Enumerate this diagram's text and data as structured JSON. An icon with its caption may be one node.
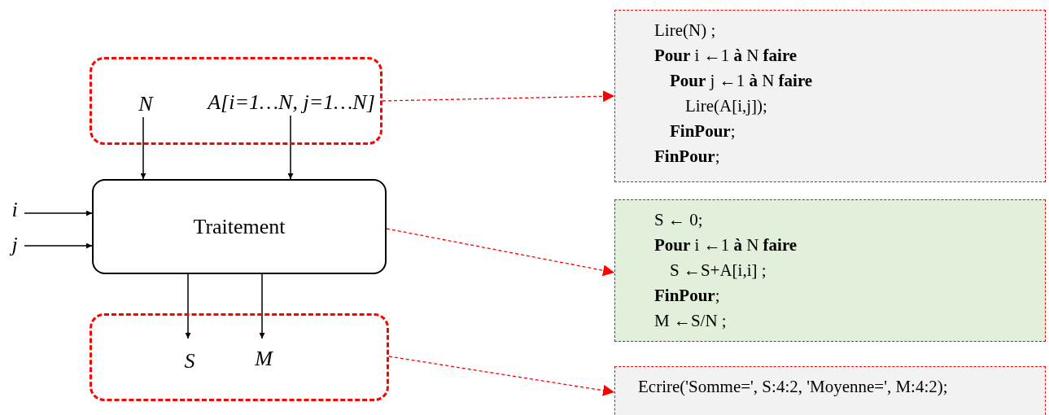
{
  "diagram": {
    "nodes": [
      {
        "text": [],
        "shape": "box"
      },
      {
        "text": [
          "N"
        ],
        "in": 0
      },
      {
        "text": [
          "A[i=1…N, j=1…N]"
        ],
        "in": 0
      },
      {
        "text": [
          "Traitement"
        ]
      },
      {
        "text": [
          "i"
        ]
      },
      {
        "text": [
          "j"
        ]
      },
      {
        "text": [],
        "shape": "box"
      },
      {
        "text": [
          "S"
        ],
        "in": 6
      },
      {
        "text": [
          "M"
        ],
        "in": 6
      },
      {
        "text": [
          "Lire(N) ;",
          "**Pour** i ←1 **à** N **faire**",
          "**Pour** j ←1 **à** N **faire**",
          "Lire(A[i,j]);",
          "**FinPour**;",
          "**FinPour**;"
        ]
      },
      {
        "text": [
          "S ← 0;",
          "**Pour** i ←1 **à** N **faire**",
          "S ←S+A[i,i] ;",
          "**FinPour**;",
          "M ←S/N ;"
        ]
      },
      {
        "text": [
          "Ecrire('Somme=', S:4:2, 'Moyenne=', M:4:2);"
        ]
      }
    ],
    "edges": [
      {
        "from": 1,
        "to": 3,
        "arrow": "to"
      },
      {
        "from": 2,
        "to": 3,
        "arrow": "to"
      },
      {
        "from": 4,
        "to": 3,
        "arrow": "to"
      },
      {
        "from": 5,
        "to": 3,
        "arrow": "to"
      },
      {
        "from": 3,
        "to": 7,
        "arrow": "to"
      },
      {
        "from": 3,
        "to": 8,
        "arrow": "to"
      },
      {
        "from": 0,
        "to": 9,
        "arrow": "to",
        "style": "dashed",
        "color": "#ff0000"
      },
      {
        "from": 3,
        "to": 10,
        "arrow": "to",
        "style": "dashed",
        "color": "#ff0000"
      },
      {
        "from": 6,
        "to": 11,
        "arrow": "to",
        "style": "dashed",
        "color": "#ff0000"
      }
    ]
  }
}
